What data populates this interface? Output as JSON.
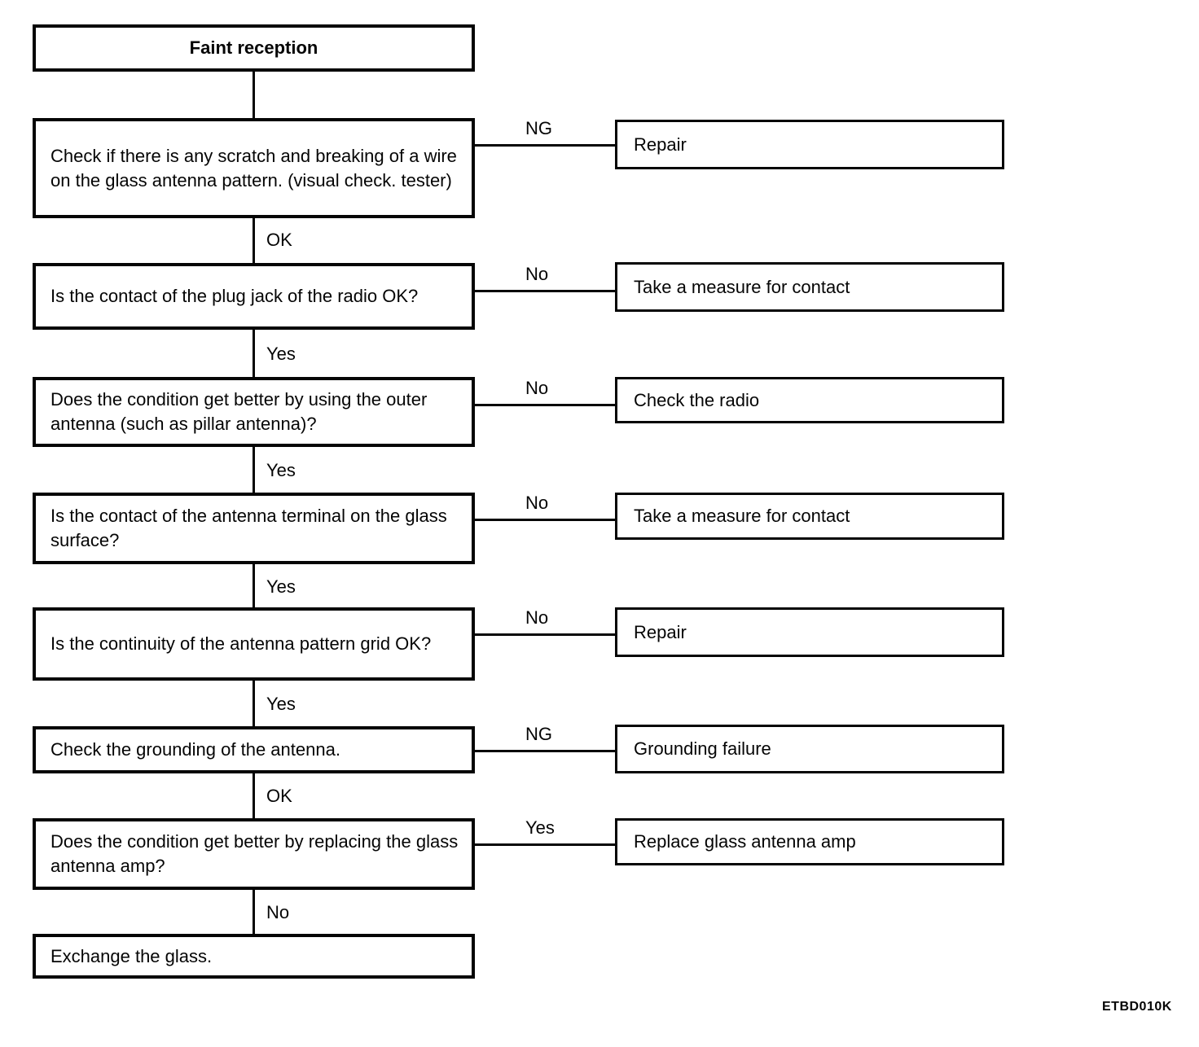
{
  "colors": {
    "ink": "#050505",
    "background": "#ffffff"
  },
  "figure_code": "ETBD010K",
  "flow": {
    "start": {
      "label": "Faint reception"
    },
    "steps": [
      {
        "question": "Check if there is any scratch and breaking of a wire on the glass antenna pattern. (visual check. tester)",
        "branch_label": "NG",
        "branch_result": "Repair",
        "continue_label": "OK"
      },
      {
        "question": "Is the contact of the plug jack of the radio OK?",
        "branch_label": "No",
        "branch_result": "Take a measure for contact",
        "continue_label": "Yes"
      },
      {
        "question": "Does the condition get better by using the outer antenna (such as pillar antenna)?",
        "branch_label": "No",
        "branch_result": "Check the radio",
        "continue_label": "Yes"
      },
      {
        "question": "Is the contact of the antenna terminal on the glass surface?",
        "branch_label": "No",
        "branch_result": "Take a measure for contact",
        "continue_label": "Yes"
      },
      {
        "question": "Is the continuity of the antenna pattern grid OK?",
        "branch_label": "No",
        "branch_result": "Repair",
        "continue_label": "Yes"
      },
      {
        "question": "Check the grounding of the antenna.",
        "branch_label": "NG",
        "branch_result": "Grounding failure",
        "continue_label": "OK"
      },
      {
        "question": "Does the condition get better by replacing the glass antenna amp?",
        "branch_label": "Yes",
        "branch_result": "Replace glass antenna amp",
        "continue_label": "No"
      }
    ],
    "end": {
      "label": "Exchange the glass."
    }
  }
}
